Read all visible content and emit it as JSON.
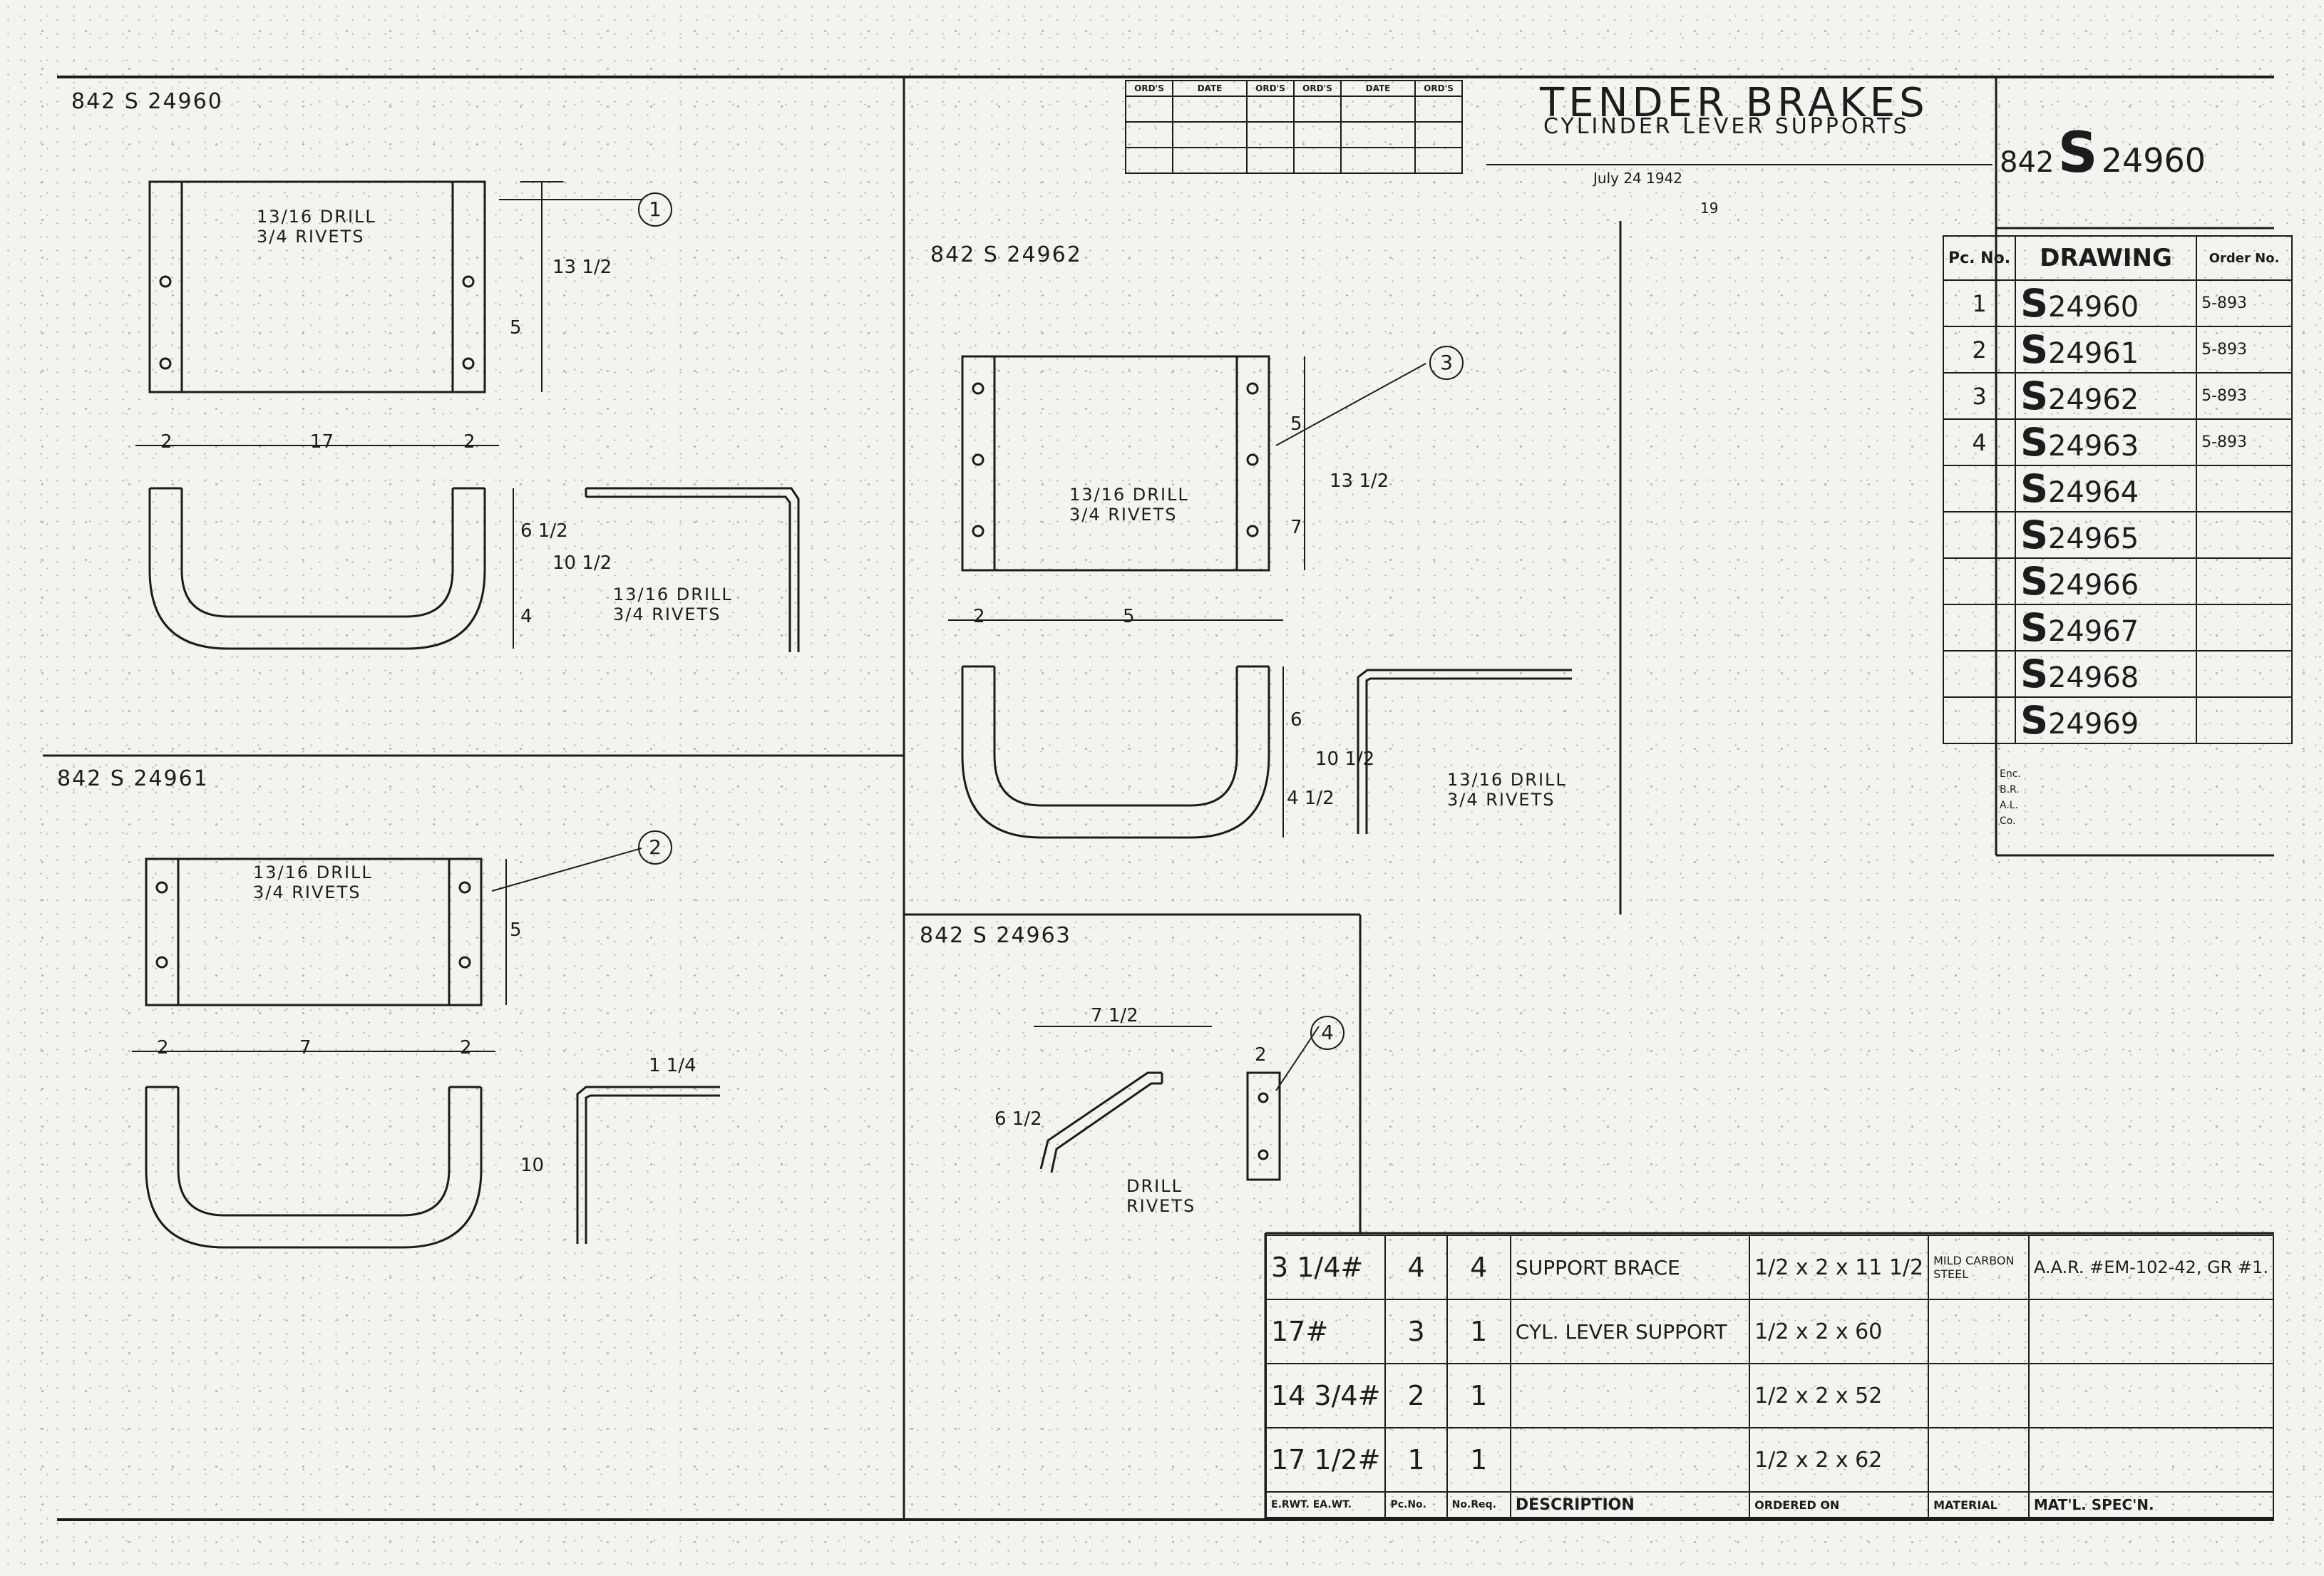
{
  "title_block": {
    "title": "TENDER BRAKES",
    "subtitle": "CYLINDER LEVER SUPPORTS",
    "drawing_prefix": "842",
    "drawing_letter": "S",
    "drawing_number": "24960",
    "rev_headers": [
      "ORD'S",
      "DATE",
      "ORD'S",
      "ORD'S",
      "DATE",
      "ORD'S"
    ],
    "drawn_date": "July 24 1942",
    "year_label": "19"
  },
  "drawing_list": {
    "header_pc": "Pc. No.",
    "header_drawing": "DRAWING",
    "header_order": "Order No.",
    "rows": [
      {
        "pc": "1",
        "letter": "S",
        "number": "24960",
        "order": "5-893"
      },
      {
        "pc": "2",
        "letter": "S",
        "number": "24961",
        "order": "5-893"
      },
      {
        "pc": "3",
        "letter": "S",
        "number": "24962",
        "order": "5-893"
      },
      {
        "pc": "4",
        "letter": "S",
        "number": "24963",
        "order": "5-893"
      },
      {
        "pc": "",
        "letter": "S",
        "number": "24964",
        "order": ""
      },
      {
        "pc": "",
        "letter": "S",
        "number": "24965",
        "order": ""
      },
      {
        "pc": "",
        "letter": "S",
        "number": "24966",
        "order": ""
      },
      {
        "pc": "",
        "letter": "S",
        "number": "24967",
        "order": ""
      },
      {
        "pc": "",
        "letter": "S",
        "number": "24968",
        "order": ""
      },
      {
        "pc": "",
        "letter": "S",
        "number": "24969",
        "order": ""
      }
    ],
    "approval_labels": [
      "Enc.",
      "B.R.",
      "A.L.",
      "Co."
    ]
  },
  "details": {
    "d1": {
      "ref": "842 S 24960",
      "callout": "1",
      "drill": "13/16 DRILL",
      "rivets": "3/4 RIVETS",
      "dim_left": "2",
      "dim_mid": "17",
      "dim_right": "2",
      "dim_a": "13 1/2",
      "dim_b": "5",
      "dim_c": "10 1/2",
      "dim_d": "6 1/2",
      "dim_e": "4"
    },
    "d2": {
      "ref": "842 S 24961",
      "callout": "2",
      "drill": "13/16 DRILL",
      "rivets": "3/4 RIVETS",
      "dim_left": "2",
      "dim_mid": "7",
      "dim_right": "2",
      "dim_a": "5",
      "dim_b": "10",
      "dim_c": "1 1/4"
    },
    "d3": {
      "ref": "842 S 24962",
      "callout": "3",
      "drill": "13/16 DRILL",
      "rivets": "3/4 RIVETS",
      "dim_left": "2",
      "dim_mid": "5",
      "dim_a": "5",
      "dim_b": "7",
      "dim_c": "13 1/2",
      "dim_d": "6",
      "dim_e": "10 1/2",
      "dim_f": "4 1/2"
    },
    "d4": {
      "ref": "842 S 24963",
      "callout": "4",
      "drill": "DRILL",
      "rivets": "RIVETS",
      "dim_a": "7 1/2",
      "dim_b": "6 1/2",
      "dim_c": "2"
    }
  },
  "bill_of_materials": {
    "headers": [
      "E.RWT.",
      "EA.WT.",
      "Pc.No.",
      "No.Req.",
      "DESCRIPTION",
      "ORDERED ON",
      "MATERIAL",
      "MAT'L. SPEC'N."
    ],
    "rows": [
      {
        "weight": "3 1/4#",
        "pc": "4",
        "qty": "4",
        "description": "SUPPORT BRACE",
        "ordered_on": "1/2 x 2 x 11 1/2",
        "material": "MILD CARBON STEEL",
        "spec": "A.A.R. #EM-102-42, GR #1."
      },
      {
        "weight": "17#",
        "pc": "3",
        "qty": "1",
        "description": "CYL. LEVER SUPPORT",
        "ordered_on": "1/2 x 2 x 60",
        "material": "",
        "spec": ""
      },
      {
        "weight": "14 3/4#",
        "pc": "2",
        "qty": "1",
        "description": "",
        "ordered_on": "1/2 x 2 x 52",
        "material": "",
        "spec": ""
      },
      {
        "weight": "17 1/2#",
        "pc": "1",
        "qty": "1",
        "description": "",
        "ordered_on": "1/2 x 2 x 62",
        "material": "",
        "spec": ""
      }
    ]
  }
}
